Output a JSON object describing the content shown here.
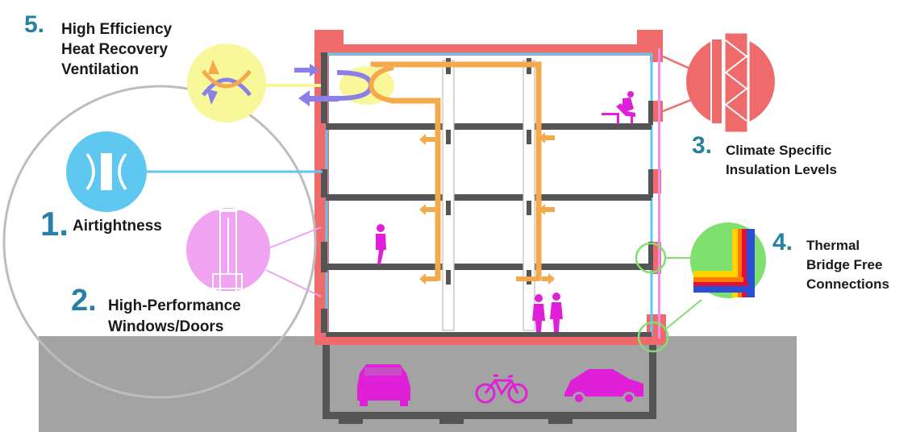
{
  "colors": {
    "shell": "#ef6b6b",
    "airtight": "#5ec8f0",
    "duct": "#f4a94a",
    "people": "#e020d8",
    "window": "#f0a3f0",
    "vent_circle": "#f8f79a",
    "thermal": "#7fe06f",
    "floor": "#555555",
    "ground": "#a3a3a3",
    "number": "#2a7fa5",
    "arrow_purple": "#8b7fe8"
  },
  "features": [
    {
      "number": "1.",
      "title": "Airtightness",
      "icon": "airtightness-icon"
    },
    {
      "number": "2.",
      "title_lines": [
        "High-Performance",
        "Windows/Doors"
      ],
      "icon": "window-icon"
    },
    {
      "number": "3.",
      "title_lines": [
        "Climate Specific",
        "Insulation Levels"
      ],
      "icon": "insulation-icon"
    },
    {
      "number": "4.",
      "title_lines": [
        "Thermal",
        "Bridge Free",
        "Connections"
      ],
      "icon": "thermal-bridge-icon"
    },
    {
      "number": "5.",
      "title_lines": [
        "High Efficiency",
        "Heat Recovery",
        "Ventilation"
      ],
      "icon": "heat-recovery-icon"
    }
  ]
}
